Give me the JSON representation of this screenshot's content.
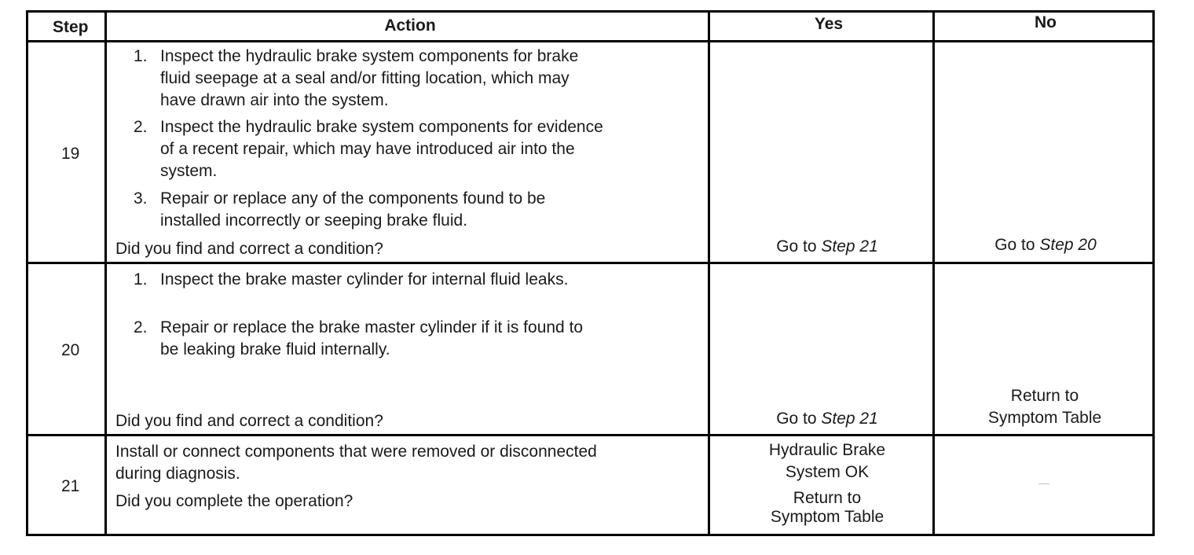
{
  "headers": {
    "step": "Step",
    "action": "Action",
    "yes": "Yes",
    "no": "No"
  },
  "rows": [
    {
      "step": "19",
      "steps": [
        {
          "num": "1.",
          "lines": [
            "Inspect the hydraulic brake system components for brake",
            "fluid seepage at a seal and/or fitting location, which may",
            "have drawn air into the system."
          ]
        },
        {
          "num": "2.",
          "lines": [
            "Inspect the hydraulic brake system components for evidence",
            "of a recent repair, which may have introduced air into the",
            "system."
          ]
        },
        {
          "num": "3.",
          "lines": [
            "Repair or replace any of the components found to be",
            "installed incorrectly or seeping brake fluid."
          ]
        }
      ],
      "question": "Did you find and correct a condition?",
      "yes": {
        "prefix": "Go to ",
        "link": "Step 21"
      },
      "no": {
        "prefix": "Go to ",
        "link": "Step 20"
      }
    },
    {
      "step": "20",
      "steps": [
        {
          "num": "1.",
          "lines": [
            "Inspect the brake master cylinder for internal fluid leaks."
          ]
        },
        {
          "num": "2.",
          "lines": [
            "Repair or replace the brake master cylinder if it is found to",
            "be leaking brake fluid internally."
          ]
        }
      ],
      "question": "Did you find and correct a condition?",
      "yes": {
        "prefix": "Go to ",
        "link": "Step 21"
      },
      "no": {
        "lines": [
          "Return to",
          "Symptom Table"
        ]
      }
    },
    {
      "step": "21",
      "action_lines": [
        "Install or connect components that were removed or disconnected",
        "during diagnosis."
      ],
      "question": "Did you complete the operation?",
      "yes": {
        "lines": [
          "Hydraulic Brake",
          "System OK"
        ],
        "lines2": [
          "Return to",
          "Symptom Table"
        ]
      },
      "no": {
        "text": "—"
      }
    }
  ]
}
